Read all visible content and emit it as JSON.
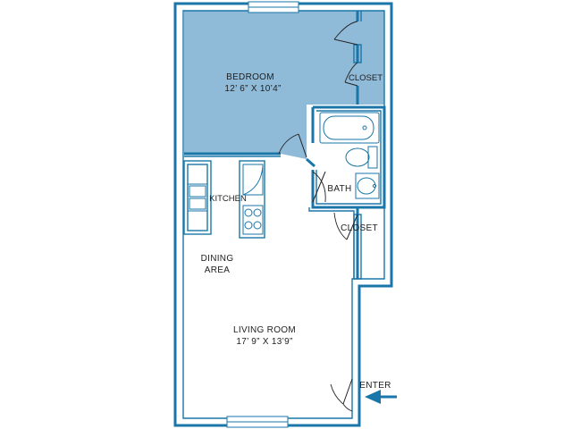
{
  "colors": {
    "wall": "#1a76a8",
    "bedroom_fill": "#8fbad8",
    "arrow": "#1a76a8"
  },
  "rooms": {
    "bedroom": {
      "name": "BEDROOM",
      "dims": "12’ 6” X 10’4”"
    },
    "bedroom_closet": {
      "name": "CLOSET"
    },
    "bath": {
      "name": "BATH"
    },
    "hall_closet": {
      "name": "CLOSET"
    },
    "kitchen": {
      "name": "KITCHEN"
    },
    "dining": {
      "line1": "DINING",
      "line2": "AREA"
    },
    "living": {
      "name": "LIVING ROOM",
      "dims": "17’ 9” X 13’9”"
    }
  },
  "entry": {
    "label": "ENTER",
    "icon": "arrow-left-icon"
  }
}
